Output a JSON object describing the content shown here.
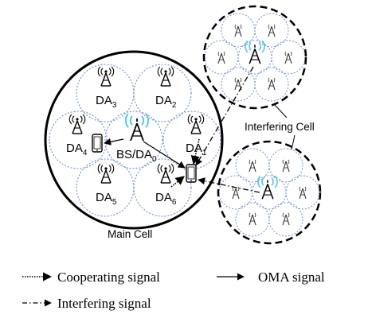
{
  "diagram": {
    "main_cell_label": "Main Cell",
    "interfering_cell_label": "Interfering Cell",
    "bs_label": "BS/DA",
    "bs_subscript": "0",
    "da_labels": [
      {
        "text": "DA",
        "sub": "1"
      },
      {
        "text": "DA",
        "sub": "2"
      },
      {
        "text": "DA",
        "sub": "3"
      },
      {
        "text": "DA",
        "sub": "4"
      },
      {
        "text": "DA",
        "sub": "5"
      },
      {
        "text": "DA",
        "sub": "6"
      }
    ]
  },
  "legend": {
    "cooperating": "Cooperating signal",
    "oma": "OMA signal",
    "interfering": "Interfering signal"
  },
  "colors": {
    "line": "#000000",
    "subcell_border": "#6f8fc9",
    "bs_waves": "#5cc8e6"
  }
}
